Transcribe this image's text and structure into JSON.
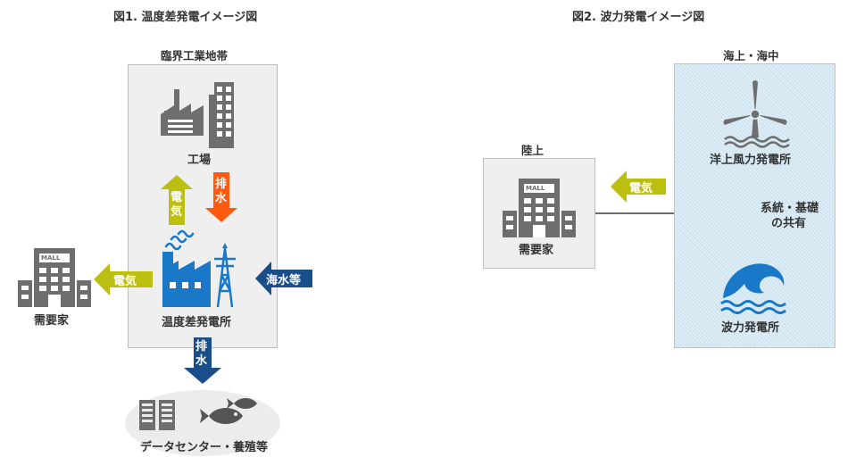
{
  "fig1": {
    "title": "図1. 温度差発電イメージ図",
    "zone_label": "臨界工業地帯",
    "factory_label": "工場",
    "arrow_electricity": "電気",
    "arrow_drain": "排水",
    "plant_label": "温度差発電所",
    "consumer_label": "需要家",
    "arrow_electricity_left": "電気",
    "arrow_seawater": "海水等",
    "arrow_drain_down": "排水",
    "datacenter_label": "データセンター・養殖等",
    "mall_sign": "MALL"
  },
  "fig2": {
    "title": "図2. 波力発電イメージ図",
    "land_label": "陸上",
    "consumer_label": "需要家",
    "mall_sign": "MALL",
    "arrow_electricity": "電気",
    "sea_label": "海上・海中",
    "offshore_wind_label": "洋上風力発電所",
    "shared_label_line1": "系統・基礎",
    "shared_label_line2": "の共有",
    "wave_label": "波力発電所"
  },
  "colors": {
    "gray_icon": "#6e6e6e",
    "yellow_green_arrow": "#bcbf10",
    "orange_arrow": "#ff5a10",
    "navy_arrow": "#1a4e8a",
    "plant_blue": "#1a78c8",
    "zone_gray": "#efefef",
    "sea_blue": "#dfeef6"
  }
}
